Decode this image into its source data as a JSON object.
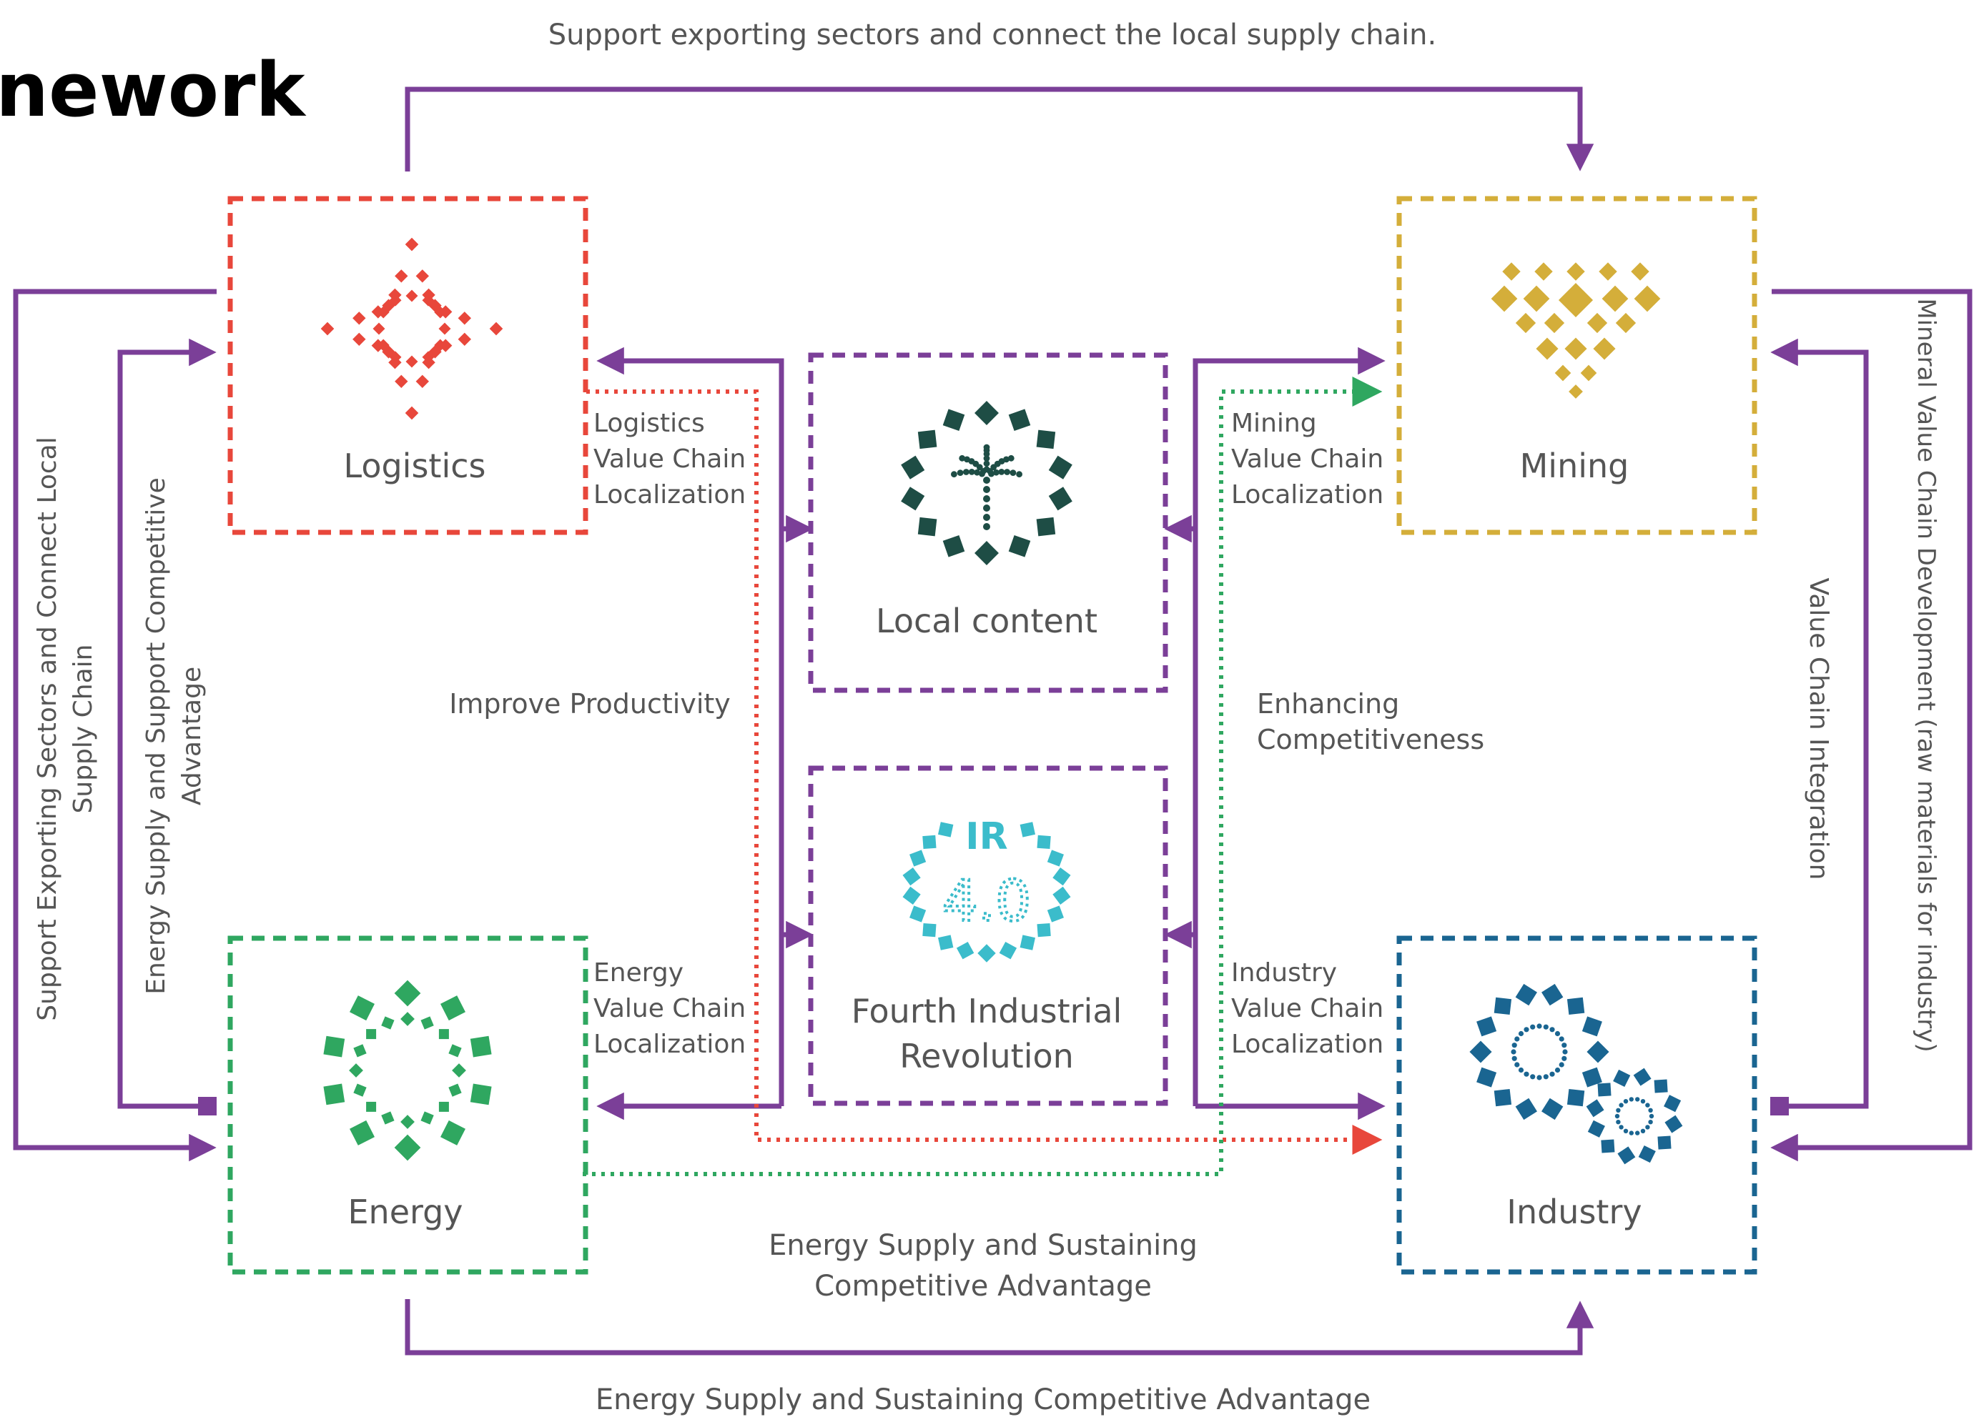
{
  "title": "nework",
  "colors": {
    "flow": "#7b3f98",
    "logistics": "#e8473b",
    "mining": "#d4ae3a",
    "energy": "#2fa760",
    "industry": "#1a6591",
    "local_content": "#1e4d45",
    "fourth_ir": "#3bbccb",
    "center_box": "#7b3f98"
  },
  "nodes": {
    "logistics": {
      "label": "Logistics",
      "icon": "star-diamond-icon"
    },
    "mining": {
      "label": "Mining",
      "icon": "diamond-heart-icon"
    },
    "energy": {
      "label": "Energy",
      "icon": "sun-ring-icon"
    },
    "industry": {
      "label": "Industry",
      "icon": "gears-icon"
    },
    "local_content": {
      "label": "Local content",
      "icon": "palm-tree-icon"
    },
    "fourth_ir": {
      "label_line1": "Fourth Industrial",
      "label_line2": "Revolution",
      "icon": "ir-4-0-icon",
      "icon_top": "IR",
      "icon_bottom": "4.0"
    }
  },
  "labels": {
    "top": "Support exporting sectors and connect the local supply chain.",
    "bottom": "Energy Supply and Sustaining Competitive Advantage",
    "center_bottom_line1": "Energy Supply and Sustaining",
    "center_bottom_line2": "Competitive Advantage",
    "improve_productivity": "Improve Productivity",
    "enhancing_line1": "Enhancing",
    "enhancing_line2": "Competitiveness",
    "logistics_vcl": [
      "Logistics",
      "Value Chain",
      "Localization"
    ],
    "mining_vcl": [
      "Mining",
      "Value Chain",
      "Localization"
    ],
    "energy_vcl": [
      "Energy",
      "Value Chain",
      "Localization"
    ],
    "industry_vcl": [
      "Industry",
      "Value Chain",
      "Localization"
    ],
    "left_outer_line1": "Support Exporting Sectors and Connect Local",
    "left_outer_line2": "Supply Chain",
    "left_inner_line1": "Energy Supply and Support Competitive",
    "left_inner_line2": "Advantage",
    "right_outer": "Mineral Value Chain Development (raw materials for industry)",
    "right_inner": "Value Chain Integration"
  }
}
